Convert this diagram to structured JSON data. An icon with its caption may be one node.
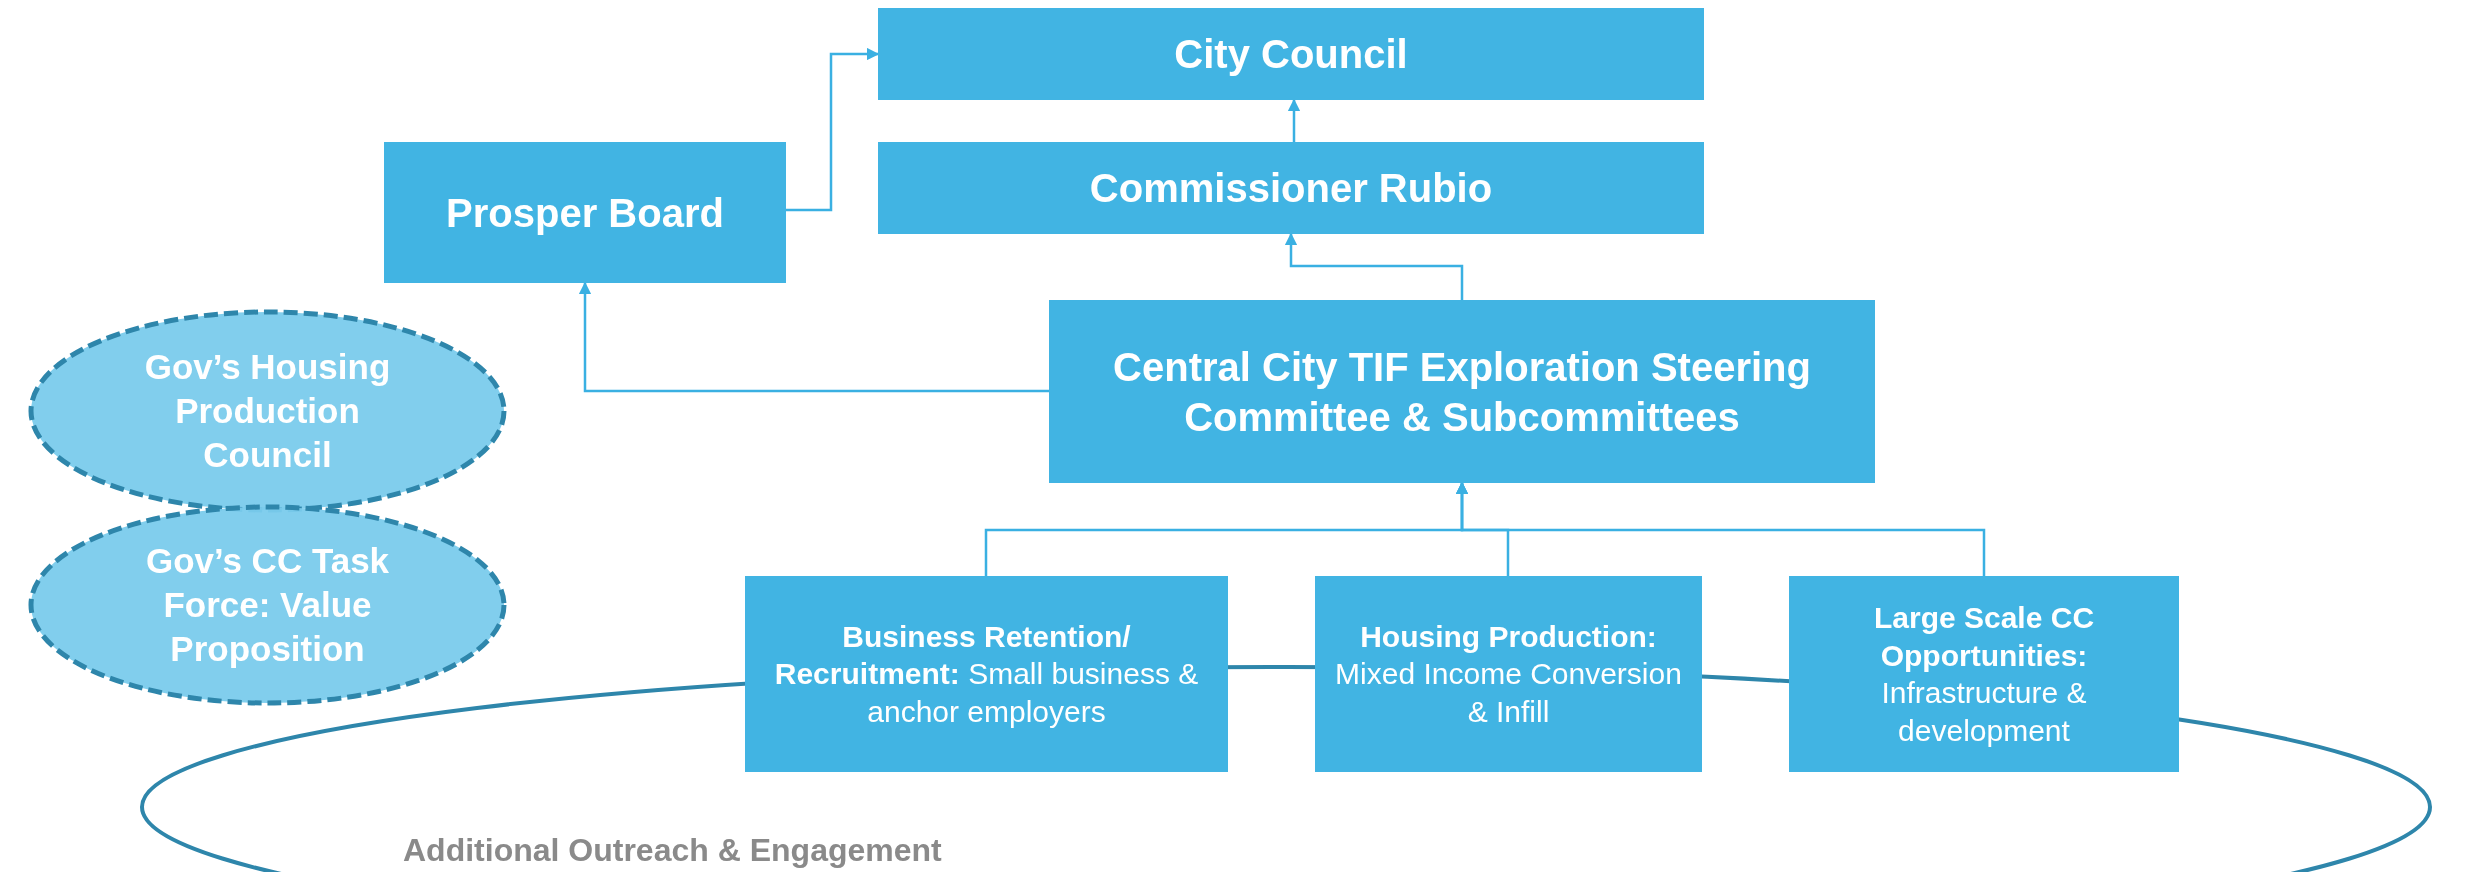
{
  "diagram": {
    "nodes": [
      {
        "text": [
          "City Council"
        ]
      },
      {
        "text": [
          "Commissioner Rubio"
        ]
      },
      {
        "text": [
          "Prosper Board"
        ]
      },
      {
        "text": [
          "Central City TIF Exploration Steering Committee & Subcommittees"
        ]
      },
      {
        "text": [
          "Gov’s Housing Production Council"
        ]
      },
      {
        "text": [
          "Gov’s CC Task Force: Value Proposition"
        ]
      },
      {
        "text": [
          "**Business Retention/ Recruitment:** Small business & anchor employers"
        ]
      },
      {
        "text": [
          "**Housing Production:** Mixed Income Conversion & Infill"
        ]
      },
      {
        "text": [
          "**Large Scale CC Opportunities:** Infrastructure & development"
        ]
      },
      {
        "text": [
          "Additional Outreach & Engagement"
        ]
      }
    ],
    "edges": [
      {
        "from": 1,
        "to": 0,
        "arrow": "to"
      },
      {
        "from": 2,
        "to": 0,
        "arrow": "to"
      },
      {
        "from": 3,
        "to": 1,
        "arrow": "to"
      },
      {
        "from": 3,
        "to": 2,
        "arrow": "to"
      },
      {
        "from": 6,
        "to": 3,
        "arrow": "to"
      },
      {
        "from": 7,
        "to": 3,
        "arrow": "to"
      },
      {
        "from": 8,
        "to": 3,
        "arrow": "to"
      }
    ]
  }
}
